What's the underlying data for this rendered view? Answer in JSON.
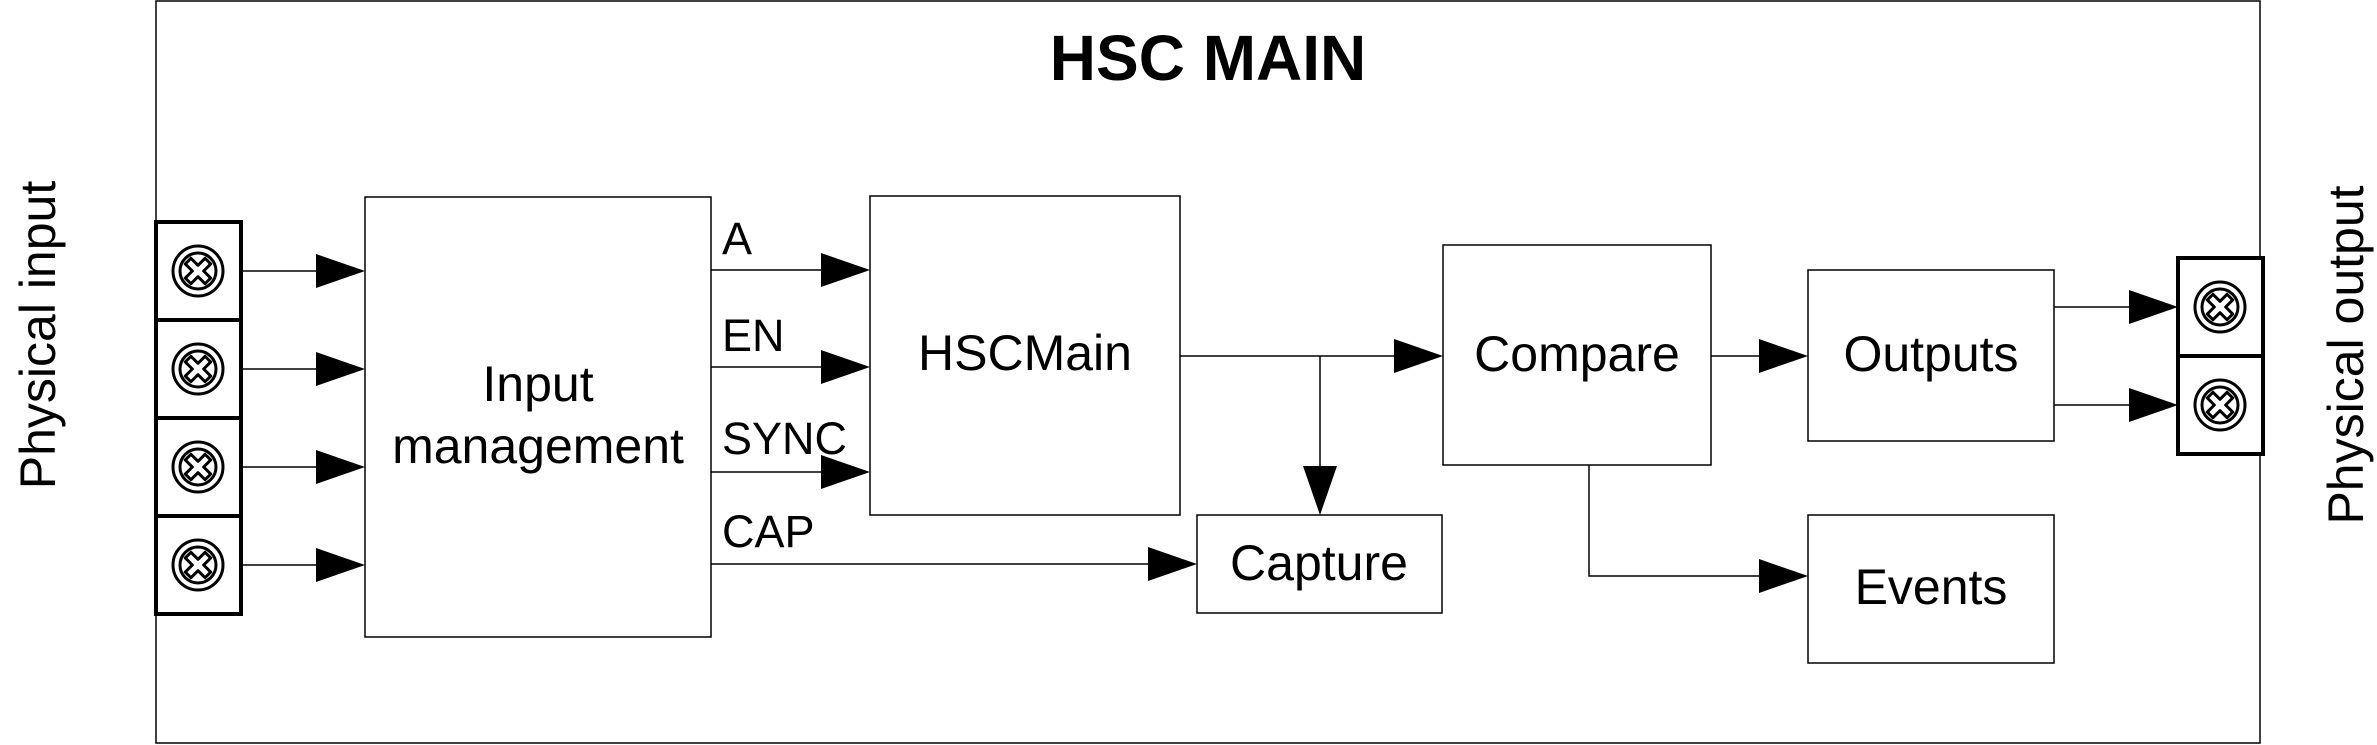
{
  "diagram": {
    "title": "HSC MAIN",
    "side_labels": {
      "input": "Physical input",
      "output": "Physical output"
    },
    "blocks": {
      "input_management": [
        "Input",
        "management"
      ],
      "hscmain": "HSCMain",
      "compare": "Compare",
      "outputs": "Outputs",
      "capture": "Capture",
      "events": "Events"
    },
    "signals": {
      "a": "A",
      "en": "EN",
      "sync": "SYNC",
      "cap": "CAP"
    }
  }
}
